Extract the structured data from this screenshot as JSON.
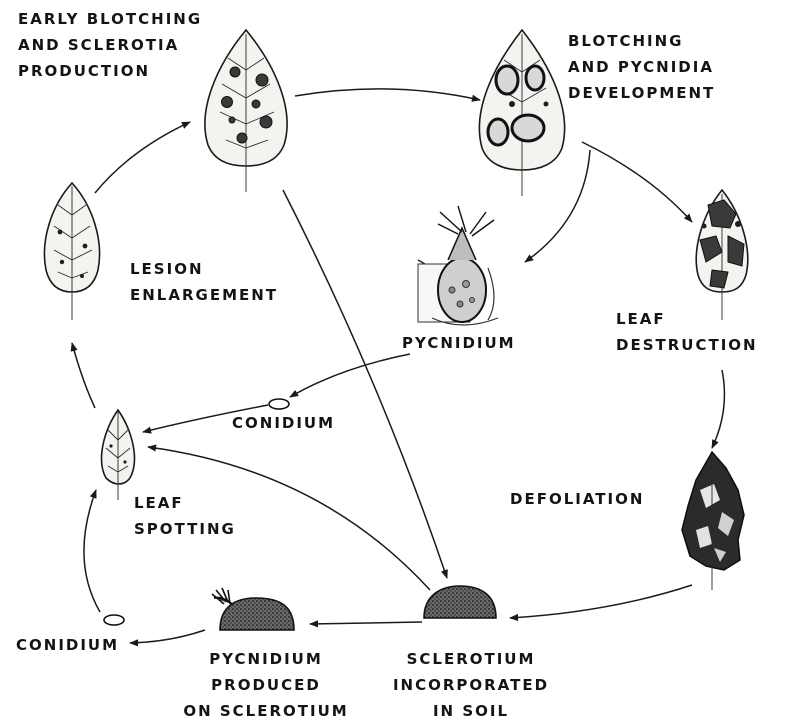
{
  "labels": {
    "early_blotching": [
      "EARLY BLOTCHING",
      "AND SCLEROTIA",
      "PRODUCTION"
    ],
    "blotching_pycnidia": [
      "BLOTCHING",
      "AND PYCNIDIA",
      "DEVELOPMENT"
    ],
    "lesion_enlargement": [
      "LESION",
      "ENLARGEMENT"
    ],
    "pycnidium": "PYCNIDIUM",
    "leaf_destruction": [
      "LEAF",
      "DESTRUCTION"
    ],
    "conidium_center": "CONIDIUM",
    "leaf_spotting": [
      "LEAF",
      "SPOTTING"
    ],
    "defoliation": "DEFOLIATION",
    "conidium_left": "CONIDIUM",
    "pycnidium_produced": [
      "PYCNIDIUM",
      "PRODUCED",
      "ON SCLEROTIUM"
    ],
    "sclerotium_incorporated": [
      "SCLEROTIUM",
      "INCORPORATED",
      "IN SOIL"
    ]
  },
  "icons": {
    "leaf_spotting": "small-leaf-icon",
    "lesion": "leaf-with-lesions-icon",
    "early_blotch": "leaf-with-blotches-icon",
    "pycnidia": "leaf-with-ringed-blotches-icon",
    "destruction": "damaged-leaf-icon",
    "defoliation": "shriveled-leaf-icon",
    "pycnidium": "pycnidium-cross-section-icon",
    "sclerotium": "sclerotium-icon",
    "sclerotium_pycnidium": "sclerotium-with-pycnidium-icon",
    "conidium": "conidium-icon"
  }
}
